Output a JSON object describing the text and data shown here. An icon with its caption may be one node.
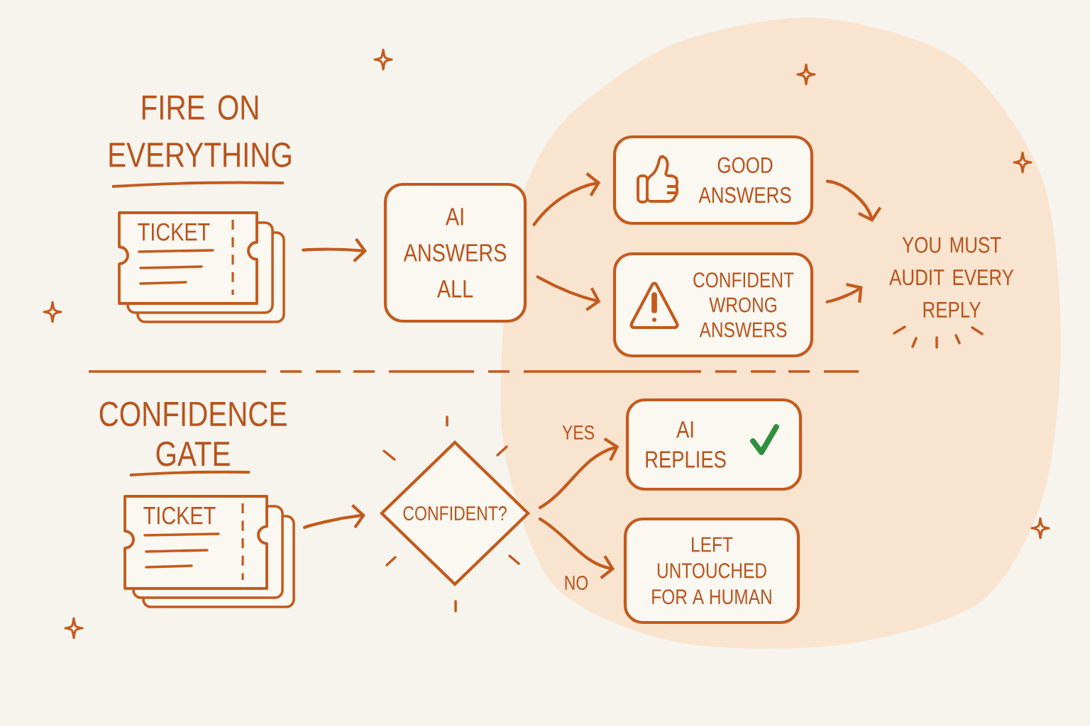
{
  "diagram": {
    "nodes": [
      {
        "text": [
          "TICKET"
        ]
      },
      {
        "text": [
          "AI ANSWERS ALL"
        ]
      },
      {
        "text": [
          "GOOD ANSWERS"
        ]
      },
      {
        "text": [
          "CONFIDENT WRONG ANSWERS"
        ]
      },
      {
        "text": [
          "YOU MUST AUDIT EVERY REPLY"
        ]
      },
      {
        "text": [
          "TICKET"
        ]
      },
      {
        "text": [
          "CONFIDENT?"
        ]
      },
      {
        "text": [
          "AI REPLIES"
        ]
      },
      {
        "text": [
          "LEFT UNTOUCHED FOR A HUMAN"
        ]
      }
    ],
    "edges": [
      {
        "from": 0,
        "to": 1,
        "arrow": "to"
      },
      {
        "from": 1,
        "to": 2,
        "arrow": "to"
      },
      {
        "from": 1,
        "to": 3,
        "arrow": "to"
      },
      {
        "from": 2,
        "to": 4,
        "arrow": "to"
      },
      {
        "from": 3,
        "to": 4,
        "arrow": "to"
      },
      {
        "from": 5,
        "to": 6,
        "arrow": "to"
      },
      {
        "from": 6,
        "to": 7,
        "arrow": "to",
        "label": "YES"
      },
      {
        "from": 6,
        "to": 8,
        "arrow": "to",
        "label": "NO"
      }
    ],
    "labels": [
      "FIRE ON EVERYTHING",
      "CONFIDENCE GATE"
    ]
  }
}
